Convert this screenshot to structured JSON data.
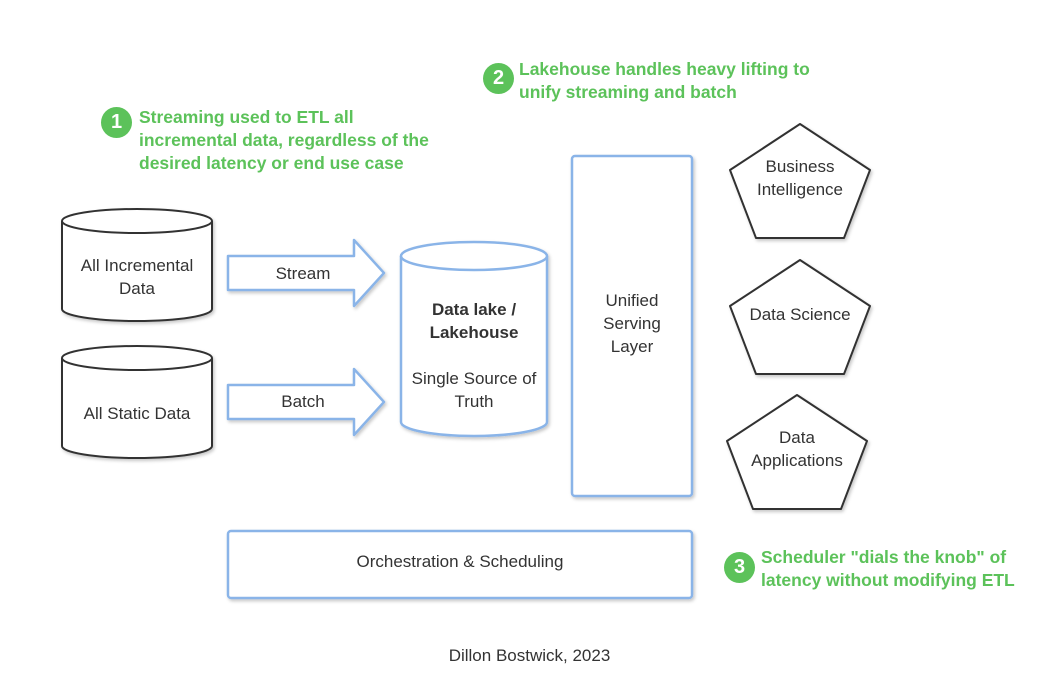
{
  "sources": {
    "incremental": "All Incremental\nData",
    "static": "All Static Data"
  },
  "arrows": {
    "stream": "Stream",
    "batch": "Batch"
  },
  "lakehouse": {
    "title": "Data lake /\nLakehouse",
    "subtitle": "Single Source of\nTruth"
  },
  "serving_layer": "Unified\nServing\nLayer",
  "consumers": {
    "bi": "Business\nIntelligence",
    "ds": "Data Science",
    "apps": "Data\nApplications"
  },
  "orchestration": "Orchestration & Scheduling",
  "notes": {
    "n1": {
      "number": "1",
      "text": "Streaming used to ETL all\nincremental data, regardless of the\ndesired latency or end use case"
    },
    "n2": {
      "number": "2",
      "text": "Lakehouse handles heavy lifting to\nunify streaming and batch"
    },
    "n3": {
      "number": "3",
      "text": "Scheduler \"dials the knob\" of\nlatency without modifying ETL"
    }
  },
  "credit": "Dillon Bostwick, 2023",
  "colors": {
    "accent_green": "#5cc25a",
    "blue_stroke": "#8ab4e8",
    "dark_stroke": "#333333"
  }
}
